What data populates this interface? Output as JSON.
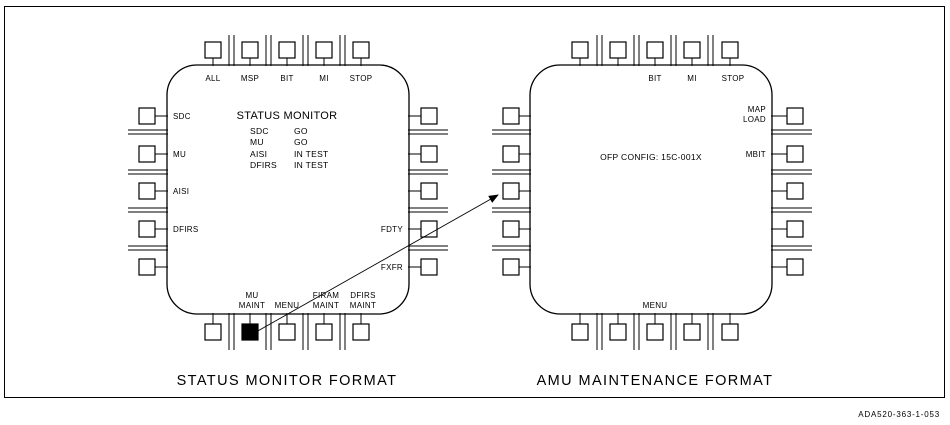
{
  "left_panel": {
    "top_labels": [
      "ALL",
      "MSP",
      "BIT",
      "MI",
      "STOP"
    ],
    "left_labels": [
      "SDC",
      "MU",
      "AISI",
      "DFIRS",
      ""
    ],
    "right_labels": [
      "",
      "",
      "",
      "FDTY",
      "FXFR"
    ],
    "bottom_labels": [
      [
        "MU",
        "MAINT"
      ],
      [
        "MENU"
      ],
      [
        "FIRAM",
        "MAINT"
      ],
      [
        "DFIRS",
        "MAINT"
      ]
    ],
    "screen_title": "STATUS MONITOR",
    "status_rows": [
      {
        "item": "SDC",
        "status": "GO"
      },
      {
        "item": "MU",
        "status": "GO"
      },
      {
        "item": "AISI",
        "status": "IN TEST"
      },
      {
        "item": "DFIRS",
        "status": "IN TEST"
      }
    ],
    "selected_bottom_button": 2
  },
  "right_panel": {
    "top_labels": [
      "",
      "",
      "BIT",
      "MI",
      "STOP"
    ],
    "right_labels": [
      [
        "MAP",
        "LOAD"
      ],
      [
        "MBIT"
      ]
    ],
    "center_text": "OFP CONFIG: 15C-001X",
    "bottom_label": "MENU"
  },
  "captions": {
    "left": "STATUS MONITOR FORMAT",
    "right": "AMU MAINTENANCE FORMAT"
  },
  "doc_id": "ADA520-363-1-053"
}
